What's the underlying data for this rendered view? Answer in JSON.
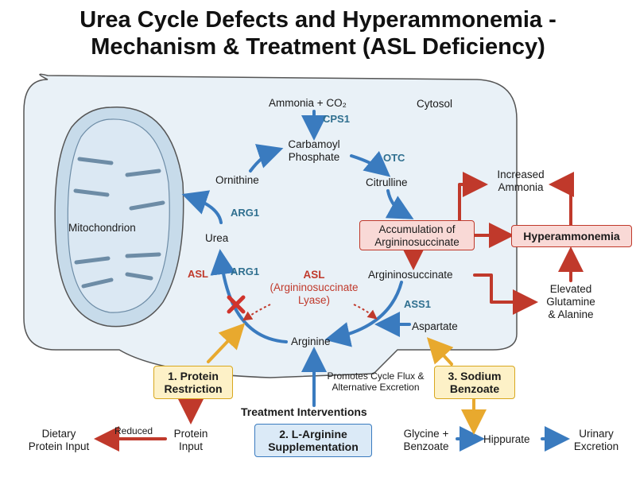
{
  "title": {
    "line1": "Urea Cycle Defects and Hyperammonemia -",
    "line2": "Mechanism & Treatment (ASL Deficiency)"
  },
  "compartments": {
    "cytosol": "Cytosol",
    "mitochondrion": "Mitochondrion"
  },
  "cycle": {
    "ammonia_co2": "Ammonia + CO₂",
    "carbamoyl_phosphate_l1": "Carbamoyl",
    "carbamoyl_phosphate_l2": "Phosphate",
    "citrulline": "Citrulline",
    "argininosuccinate": "Argininosuccinate",
    "arginine": "Arginine",
    "urea": "Urea",
    "ornithine": "Ornithine",
    "aspartate": "Aspartate"
  },
  "enzymes": {
    "cps1": "CPS1",
    "otc": "OTC",
    "ass1": "ASS1",
    "arg1_top": "ARG1",
    "arg1_bottom": "ARG1",
    "asl_left": "ASL",
    "asl_center": "ASL",
    "asl_full_l1": "(Argininosuccinate",
    "asl_full_l2": "Lyase)"
  },
  "pathology": {
    "accumulation_l1": "Accumulation of",
    "accumulation_l2": "Argininosuccinate",
    "increased_ammonia_l1": "Increased",
    "increased_ammonia_l2": "Ammonia",
    "hyperammonemia": "Hyperammonemia",
    "elevated_l1": "Elevated",
    "elevated_l2": "Glutamine",
    "elevated_l3": "& Alanine"
  },
  "treatment": {
    "header": "Treatment Interventions",
    "protein_l1": "1. Protein",
    "protein_l2": "Restriction",
    "arginine_l1": "2. L-Arginine",
    "arginine_l2": "Supplementation",
    "benzoate_l1": "3. Sodium",
    "benzoate_l2": "Benzoate",
    "promotes_l1": "Promotes Cycle Flux &",
    "promotes_l2": "Alternative Excretion",
    "reduced": "Reduced",
    "protein_input_l1": "Protein",
    "protein_input_l2": "Input",
    "dietary_l1": "Dietary",
    "dietary_l2": "Protein Input",
    "glycine_l1": "Glycine +",
    "glycine_l2": "Benzoate",
    "hippurate": "Hippurate",
    "urinary_l1": "Urinary",
    "urinary_l2": "Excretion"
  },
  "colors": {
    "cycle_arrow": "#3a7bbf",
    "pathology_red": "#c0392b",
    "treatment_orange": "#e8a92e",
    "cytosol_fill": "#e9f1f7",
    "mito_fill": "#c7dbea"
  }
}
